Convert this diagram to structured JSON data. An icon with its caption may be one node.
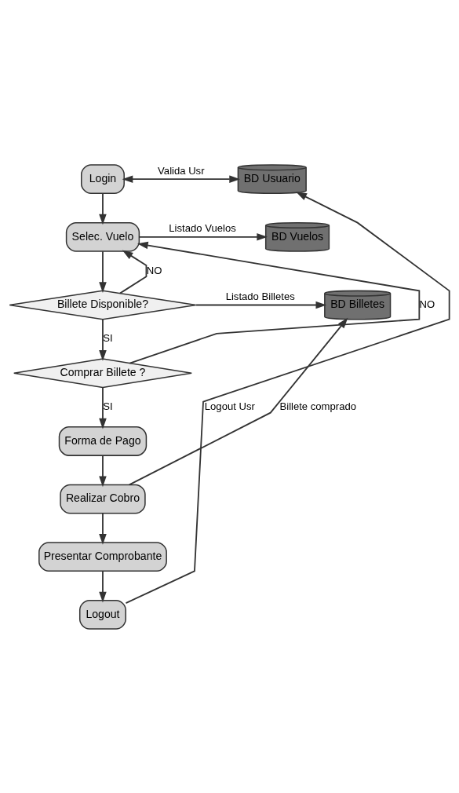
{
  "diagram": {
    "nodes": [
      {
        "text": [
          "Login"
        ]
      },
      {
        "text": [
          "BD Usuario"
        ]
      },
      {
        "text": [
          "Selec. Vuelo"
        ]
      },
      {
        "text": [
          "BD Vuelos"
        ]
      },
      {
        "text": [
          "Billete Disponible?"
        ]
      },
      {
        "text": [
          "BD Billetes"
        ]
      },
      {
        "text": [
          "Comprar Billete ?"
        ]
      },
      {
        "text": [
          "Forma de Pago"
        ]
      },
      {
        "text": [
          "Realizar Cobro"
        ]
      },
      {
        "text": [
          "Presentar Comprobante"
        ]
      },
      {
        "text": [
          "Logout"
        ]
      }
    ],
    "edges": [
      {
        "from": 0,
        "to": 1,
        "arrow": "both",
        "label": "Valida Usr"
      },
      {
        "from": 0,
        "to": 2,
        "arrow": "to"
      },
      {
        "from": 2,
        "to": 3,
        "arrow": "to",
        "label": "Listado Vuelos"
      },
      {
        "from": 2,
        "to": 4,
        "arrow": "to"
      },
      {
        "from": 4,
        "to": 2,
        "arrow": "to",
        "label": "NO"
      },
      {
        "from": 4,
        "to": 5,
        "arrow": "to",
        "label": "Listado Billetes"
      },
      {
        "from": 4,
        "to": 6,
        "arrow": "to",
        "label": "SI"
      },
      {
        "from": 6,
        "to": 2,
        "arrow": "to",
        "label": "NO"
      },
      {
        "from": 6,
        "to": 7,
        "arrow": "to",
        "label": "SI"
      },
      {
        "from": 7,
        "to": 8,
        "arrow": "to"
      },
      {
        "from": 8,
        "to": 5,
        "arrow": "to",
        "label": "Billete comprado"
      },
      {
        "from": 8,
        "to": 9,
        "arrow": "to"
      },
      {
        "from": 9,
        "to": 10,
        "arrow": "to"
      },
      {
        "from": 10,
        "to": 1,
        "arrow": "to",
        "label": "Logout Usr"
      }
    ]
  }
}
